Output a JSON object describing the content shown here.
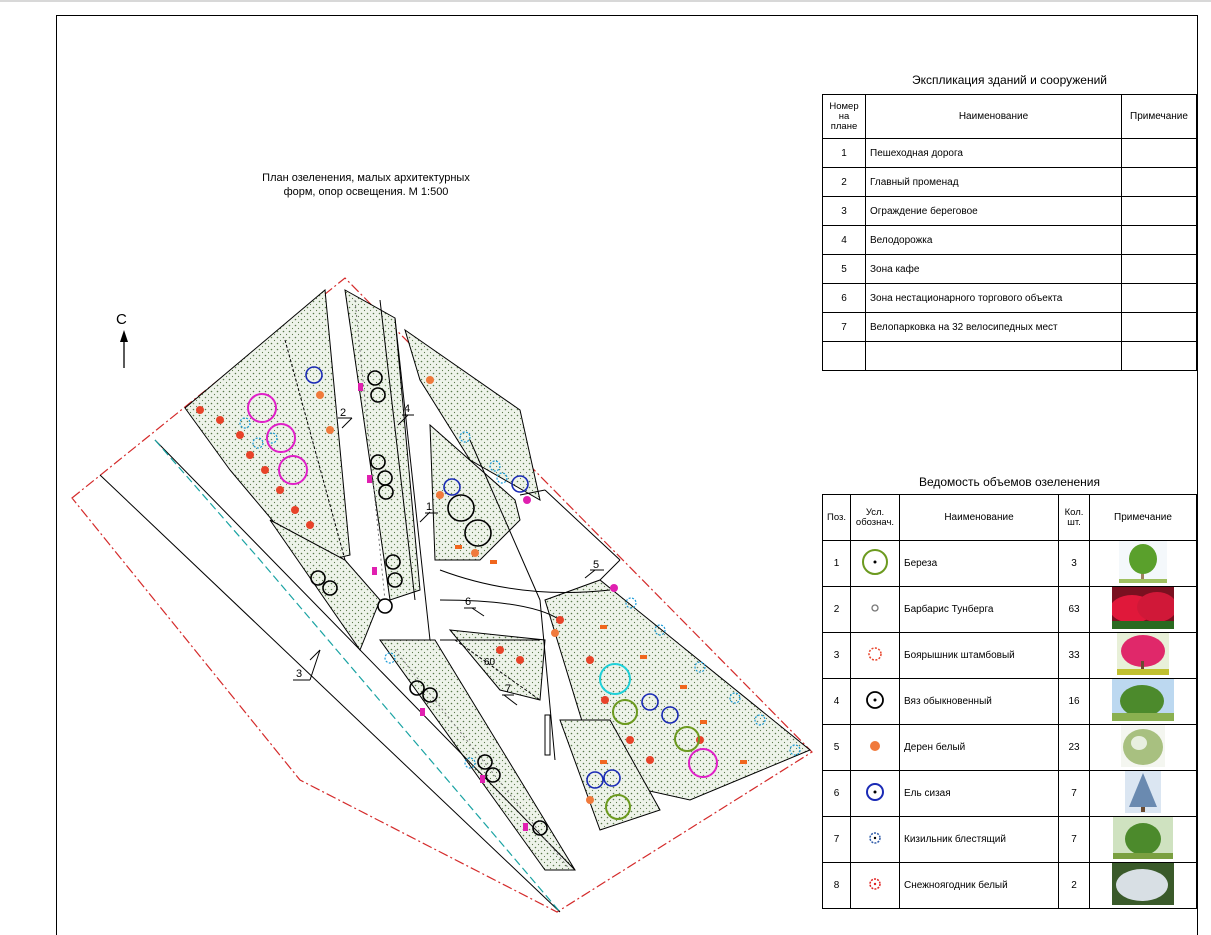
{
  "plan": {
    "title_line1": "План озеленения, малых архитектурных",
    "title_line2": "форм, опор освещения. М 1:500",
    "north_label": "С",
    "callouts": [
      "1",
      "2",
      "3",
      "4",
      "5",
      "6",
      "7"
    ],
    "inner_label": "60"
  },
  "explication": {
    "title": "Экспликация зданий и сооружений",
    "headers": {
      "num": "Номер на плане",
      "name": "Наименование",
      "note": "Примечание"
    },
    "rows": [
      {
        "num": "1",
        "name": "Пешеходная дорога"
      },
      {
        "num": "2",
        "name": "Главный променад"
      },
      {
        "num": "3",
        "name": "Ограждение береговое"
      },
      {
        "num": "4",
        "name": "Велодорожка"
      },
      {
        "num": "5",
        "name": "Зона кафе"
      },
      {
        "num": "6",
        "name": "Зона нестационарного торгового объекта"
      },
      {
        "num": "7",
        "name": "Велопарковка на 32 велосипедных мест"
      },
      {
        "num": "",
        "name": ""
      }
    ]
  },
  "volumes": {
    "title": "Ведомость объемов озеленения",
    "headers": {
      "pos": "Поз.",
      "sym": "Усл. обознач.",
      "name": "Наименование",
      "qty": "Кол. шт.",
      "note": "Примечание"
    },
    "rows": [
      {
        "pos": "1",
        "name": "Береза",
        "qty": "3",
        "symbol": "birch-symbol",
        "photo": "birch-photo"
      },
      {
        "pos": "2",
        "name": "Барбарис Тунберга",
        "qty": "63",
        "symbol": "barberry-symbol",
        "photo": "barberry-photo"
      },
      {
        "pos": "3",
        "name": "Боярышник штамбовый",
        "qty": "33",
        "symbol": "hawthorn-symbol",
        "photo": "hawthorn-photo"
      },
      {
        "pos": "4",
        "name": "Вяз обыкновенный",
        "qty": "16",
        "symbol": "elm-symbol",
        "photo": "elm-photo"
      },
      {
        "pos": "5",
        "name": "Дерен белый",
        "qty": "23",
        "symbol": "dogwood-symbol",
        "photo": "dogwood-photo"
      },
      {
        "pos": "6",
        "name": "Ель сизая",
        "qty": "7",
        "symbol": "spruce-symbol",
        "photo": "spruce-photo"
      },
      {
        "pos": "7",
        "name": "Кизильник блестящий",
        "qty": "7",
        "symbol": "cotoneaster-symbol",
        "photo": "cotoneaster-photo"
      },
      {
        "pos": "8",
        "name": "Снежноягодник белый",
        "qty": "2",
        "symbol": "snowberry-symbol",
        "photo": "snowberry-photo"
      }
    ]
  },
  "colors": {
    "birch": "#6c9a1f",
    "barberry": "#777777",
    "hawthorn": "#e8432a",
    "elm": "#000000",
    "dogwood": "#f07a3c",
    "spruce": "#1a2ab5",
    "cotoneaster": "#2e5aa8",
    "snowberry": "#e02020",
    "boundary": "#d42a2a",
    "river_line": "#1aa3a3",
    "bench": "#f0661e",
    "light_pole": "#e020b0"
  }
}
